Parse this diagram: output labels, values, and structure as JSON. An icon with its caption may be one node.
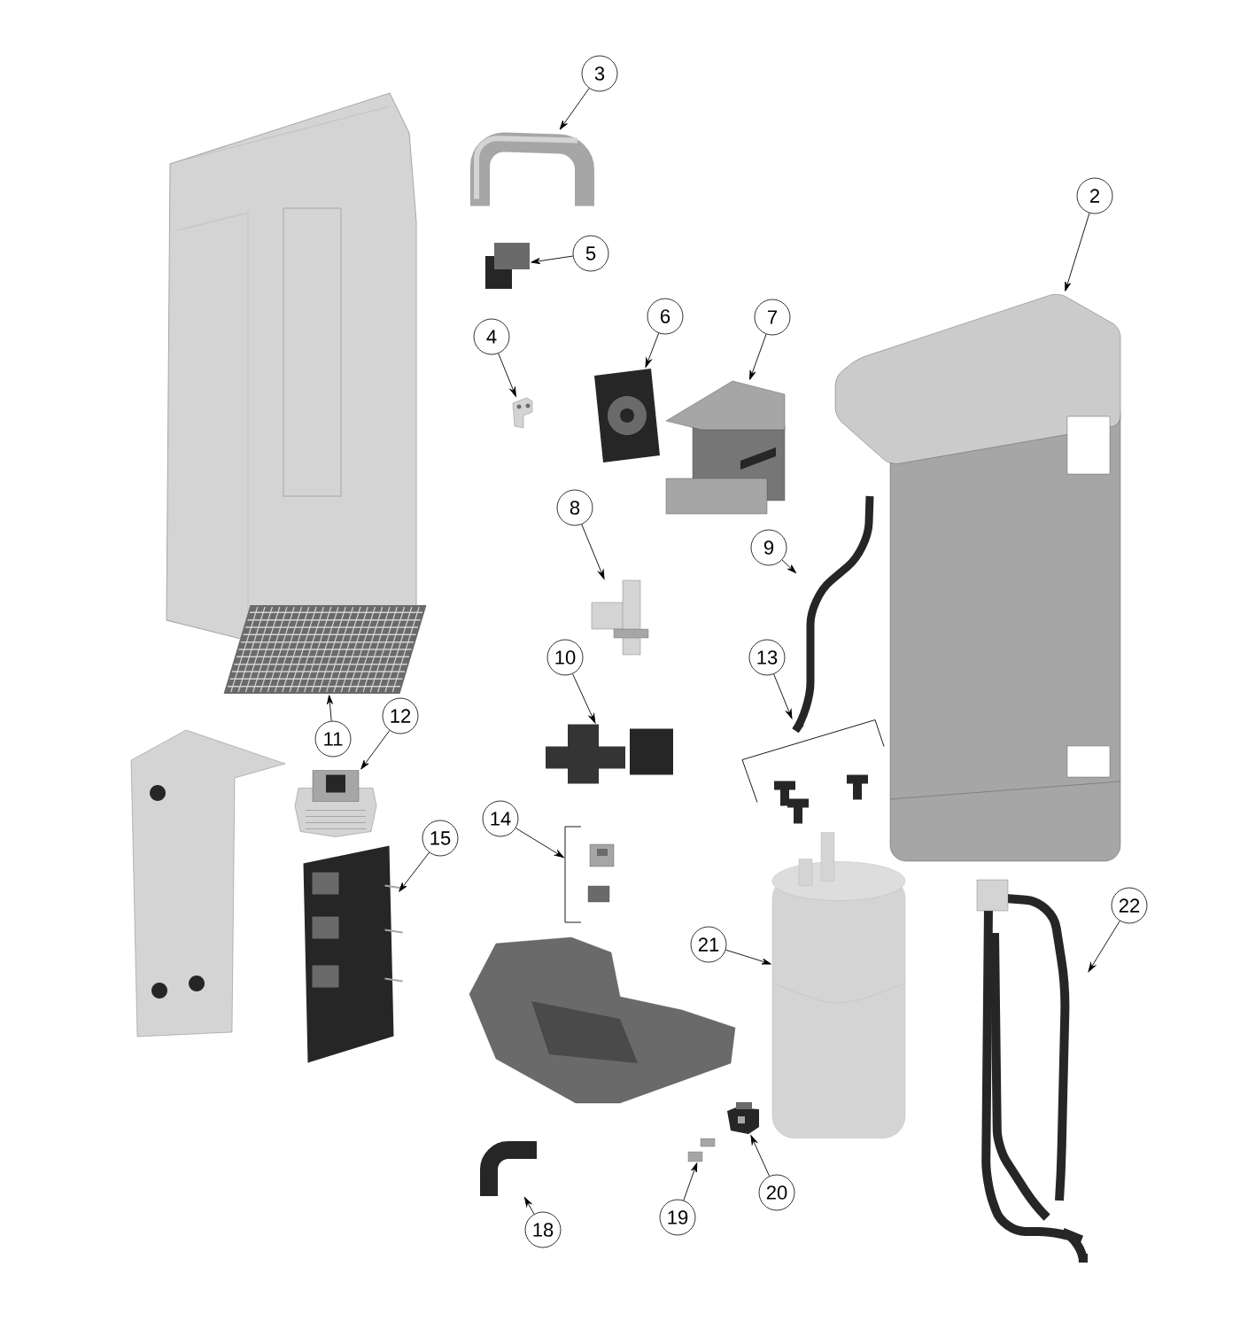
{
  "diagram": {
    "nodes": [
      {
        "text": [
          "3"
        ]
      },
      {
        "text": [],
        "shape": "picture"
      },
      {
        "text": [
          "2"
        ]
      },
      {
        "text": [],
        "shape": "picture"
      },
      {
        "text": [
          "5"
        ]
      },
      {
        "text": [],
        "shape": "picture"
      },
      {
        "text": [
          "4"
        ]
      },
      {
        "text": [],
        "shape": "picture"
      },
      {
        "text": [
          "6"
        ]
      },
      {
        "text": [],
        "shape": "picture"
      },
      {
        "text": [
          "7"
        ]
      },
      {
        "text": [],
        "shape": "picture"
      },
      {
        "text": [
          "8"
        ]
      },
      {
        "text": [],
        "shape": "picture"
      },
      {
        "text": [
          "9"
        ]
      },
      {
        "text": [],
        "shape": "picture"
      },
      {
        "text": [
          "10"
        ]
      },
      {
        "text": [],
        "shape": "picture"
      },
      {
        "text": [
          "13"
        ]
      },
      {
        "text": [],
        "shape": "bracket"
      },
      {
        "text": [
          "11"
        ]
      },
      {
        "text": [],
        "shape": "picture"
      },
      {
        "text": [
          "12"
        ]
      },
      {
        "text": [],
        "shape": "picture"
      },
      {
        "text": [
          "14"
        ]
      },
      {
        "text": [],
        "shape": "bracket"
      },
      {
        "text": [
          "15"
        ]
      },
      {
        "text": [],
        "shape": "picture"
      },
      {
        "text": [
          "22"
        ]
      },
      {
        "text": [],
        "shape": "picture"
      },
      {
        "text": [
          "21"
        ]
      },
      {
        "text": [],
        "shape": "picture"
      },
      {
        "text": [
          "20"
        ]
      },
      {
        "text": [],
        "shape": "picture"
      },
      {
        "text": [
          "18"
        ]
      },
      {
        "text": [],
        "shape": "picture"
      },
      {
        "text": [
          "19"
        ]
      },
      {
        "text": [],
        "shape": "picture"
      }
    ],
    "edges": [
      {
        "from": 0,
        "to": 1,
        "arrow": "to"
      },
      {
        "from": 2,
        "to": 3,
        "arrow": "to"
      },
      {
        "from": 4,
        "to": 5,
        "arrow": "to"
      },
      {
        "from": 6,
        "to": 7,
        "arrow": "to"
      },
      {
        "from": 8,
        "to": 9,
        "arrow": "to"
      },
      {
        "from": 10,
        "to": 11,
        "arrow": "to"
      },
      {
        "from": 12,
        "to": 13,
        "arrow": "to"
      },
      {
        "from": 14,
        "to": 15,
        "arrow": "to"
      },
      {
        "from": 16,
        "to": 17,
        "arrow": "to"
      },
      {
        "from": 18,
        "to": 19,
        "arrow": "to"
      },
      {
        "from": 20,
        "to": 21,
        "arrow": "to"
      },
      {
        "from": 22,
        "to": 23,
        "arrow": "to"
      },
      {
        "from": 24,
        "to": 25,
        "arrow": "to"
      },
      {
        "from": 26,
        "to": 27,
        "arrow": "to"
      },
      {
        "from": 28,
        "to": 29,
        "arrow": "to"
      },
      {
        "from": 30,
        "to": 31,
        "arrow": "to"
      },
      {
        "from": 32,
        "to": 33,
        "arrow": "to"
      },
      {
        "from": 34,
        "to": 35,
        "arrow": "to"
      },
      {
        "from": 36,
        "to": 37,
        "arrow": "to"
      }
    ]
  }
}
